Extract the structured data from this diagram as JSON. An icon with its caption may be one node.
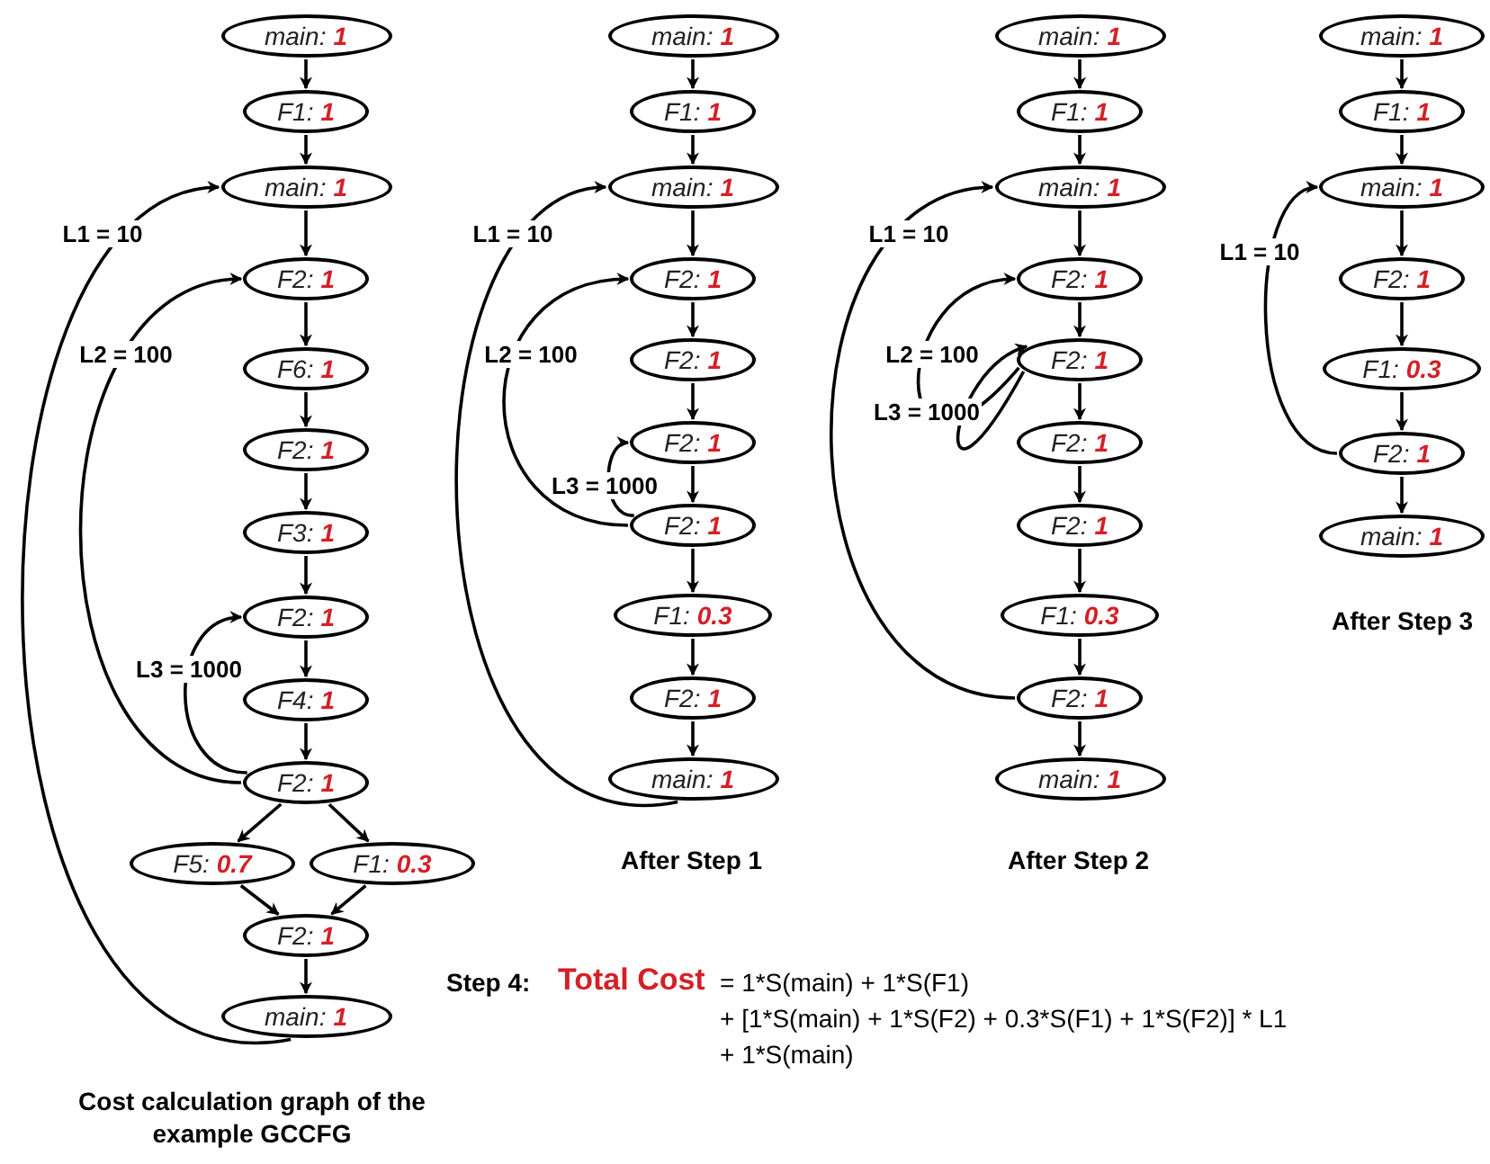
{
  "diagram": {
    "caption": "Cost calculation graph of the example GCCFG",
    "nodes": [
      {
        "text": [
          "main:",
          "1"
        ]
      },
      {
        "text": [
          "F1:",
          "1"
        ]
      },
      {
        "text": [
          "main:",
          "1"
        ]
      },
      {
        "text": [
          "F2:",
          "1"
        ]
      },
      {
        "text": [
          "F6:",
          "1"
        ]
      },
      {
        "text": [
          "F2:",
          "1"
        ]
      },
      {
        "text": [
          "F3:",
          "1"
        ]
      },
      {
        "text": [
          "F2:",
          "1"
        ]
      },
      {
        "text": [
          "F4:",
          "1"
        ]
      },
      {
        "text": [
          "F2:",
          "1"
        ]
      },
      {
        "text": [
          "F5:",
          "0.7"
        ]
      },
      {
        "text": [
          "F1:",
          "0.3"
        ]
      },
      {
        "text": [
          "F2:",
          "1"
        ]
      },
      {
        "text": [
          "main:",
          "1"
        ]
      },
      {
        "text": [
          "main:",
          "1"
        ]
      },
      {
        "text": [
          "F1:",
          "1"
        ]
      },
      {
        "text": [
          "main:",
          "1"
        ]
      },
      {
        "text": [
          "F2:",
          "1"
        ]
      },
      {
        "text": [
          "F2:",
          "1"
        ]
      },
      {
        "text": [
          "F2:",
          "1"
        ]
      },
      {
        "text": [
          "F2:",
          "1"
        ]
      },
      {
        "text": [
          "F1:",
          "0.3"
        ]
      },
      {
        "text": [
          "F2:",
          "1"
        ]
      },
      {
        "text": [
          "main:",
          "1"
        ]
      },
      {
        "text": [
          "main:",
          "1"
        ]
      },
      {
        "text": [
          "F1:",
          "1"
        ]
      },
      {
        "text": [
          "main:",
          "1"
        ]
      },
      {
        "text": [
          "F2:",
          "1"
        ]
      },
      {
        "text": [
          "F2:",
          "1"
        ]
      },
      {
        "text": [
          "F2:",
          "1"
        ]
      },
      {
        "text": [
          "F2:",
          "1"
        ]
      },
      {
        "text": [
          "F1:",
          "0.3"
        ]
      },
      {
        "text": [
          "F2:",
          "1"
        ]
      },
      {
        "text": [
          "main:",
          "1"
        ]
      },
      {
        "text": [
          "main:",
          "1"
        ]
      },
      {
        "text": [
          "F1:",
          "1"
        ]
      },
      {
        "text": [
          "main:",
          "1"
        ]
      },
      {
        "text": [
          "F2:",
          "1"
        ]
      },
      {
        "text": [
          "F1:",
          "0.3"
        ]
      },
      {
        "text": [
          "F2:",
          "1"
        ]
      },
      {
        "text": [
          "main:",
          "1"
        ]
      }
    ],
    "edges": [
      {
        "from": 0,
        "to": 1,
        "arrow": "to"
      },
      {
        "from": 1,
        "to": 2,
        "arrow": "to"
      },
      {
        "from": 2,
        "to": 3,
        "arrow": "to"
      },
      {
        "from": 3,
        "to": 4,
        "arrow": "to"
      },
      {
        "from": 4,
        "to": 5,
        "arrow": "to"
      },
      {
        "from": 5,
        "to": 6,
        "arrow": "to"
      },
      {
        "from": 6,
        "to": 7,
        "arrow": "to"
      },
      {
        "from": 7,
        "to": 8,
        "arrow": "to"
      },
      {
        "from": 8,
        "to": 9,
        "arrow": "to"
      },
      {
        "from": 9,
        "to": 10,
        "arrow": "to"
      },
      {
        "from": 9,
        "to": 11,
        "arrow": "to"
      },
      {
        "from": 10,
        "to": 12,
        "arrow": "to"
      },
      {
        "from": 11,
        "to": 12,
        "arrow": "to"
      },
      {
        "from": 12,
        "to": 13,
        "arrow": "to"
      },
      {
        "from": 13,
        "to": 2,
        "arrow": "to",
        "label": "L1 = 10"
      },
      {
        "from": 9,
        "to": 3,
        "arrow": "to",
        "label": "L2 = 100"
      },
      {
        "from": 9,
        "to": 7,
        "arrow": "to",
        "label": "L3 = 1000"
      },
      {
        "from": 14,
        "to": 15,
        "arrow": "to"
      },
      {
        "from": 15,
        "to": 16,
        "arrow": "to"
      },
      {
        "from": 16,
        "to": 17,
        "arrow": "to"
      },
      {
        "from": 17,
        "to": 18,
        "arrow": "to"
      },
      {
        "from": 18,
        "to": 19,
        "arrow": "to"
      },
      {
        "from": 19,
        "to": 20,
        "arrow": "to"
      },
      {
        "from": 20,
        "to": 21,
        "arrow": "to"
      },
      {
        "from": 21,
        "to": 22,
        "arrow": "to"
      },
      {
        "from": 22,
        "to": 23,
        "arrow": "to"
      },
      {
        "from": 23,
        "to": 16,
        "arrow": "to",
        "label": "L1 = 10"
      },
      {
        "from": 20,
        "to": 17,
        "arrow": "to",
        "label": "L2 = 100"
      },
      {
        "from": 20,
        "to": 19,
        "arrow": "to",
        "label": "L3 = 1000"
      },
      {
        "from": 24,
        "to": 25,
        "arrow": "to"
      },
      {
        "from": 25,
        "to": 26,
        "arrow": "to"
      },
      {
        "from": 26,
        "to": 27,
        "arrow": "to"
      },
      {
        "from": 27,
        "to": 28,
        "arrow": "to"
      },
      {
        "from": 28,
        "to": 29,
        "arrow": "to"
      },
      {
        "from": 29,
        "to": 30,
        "arrow": "to"
      },
      {
        "from": 30,
        "to": 31,
        "arrow": "to"
      },
      {
        "from": 31,
        "to": 32,
        "arrow": "to"
      },
      {
        "from": 32,
        "to": 33,
        "arrow": "to"
      },
      {
        "from": 32,
        "to": 26,
        "arrow": "to",
        "label": "L1 = 10"
      },
      {
        "from": 28,
        "to": 27,
        "arrow": "to",
        "label": "L2 = 100"
      },
      {
        "from": 28,
        "to": 28,
        "arrow": "to",
        "label": "L3 = 1000"
      },
      {
        "from": 34,
        "to": 35,
        "arrow": "to"
      },
      {
        "from": 35,
        "to": 36,
        "arrow": "to"
      },
      {
        "from": 36,
        "to": 37,
        "arrow": "to"
      },
      {
        "from": 37,
        "to": 38,
        "arrow": "to"
      },
      {
        "from": 38,
        "to": 39,
        "arrow": "to"
      },
      {
        "from": 39,
        "to": 40,
        "arrow": "to"
      },
      {
        "from": 39,
        "to": 36,
        "arrow": "to",
        "label": "L1 = 10"
      }
    ],
    "labels": [
      "After Step 3",
      "After Step 1",
      "After Step 2",
      "Step 4:",
      "Total Cost",
      "= 1*S(main)  + 1*S(F1)",
      "+ [1*S(main) + 1*S(F2) + 0.3*S(F1) + 1*S(F2)] * L1",
      "+ 1*S(main)"
    ]
  }
}
